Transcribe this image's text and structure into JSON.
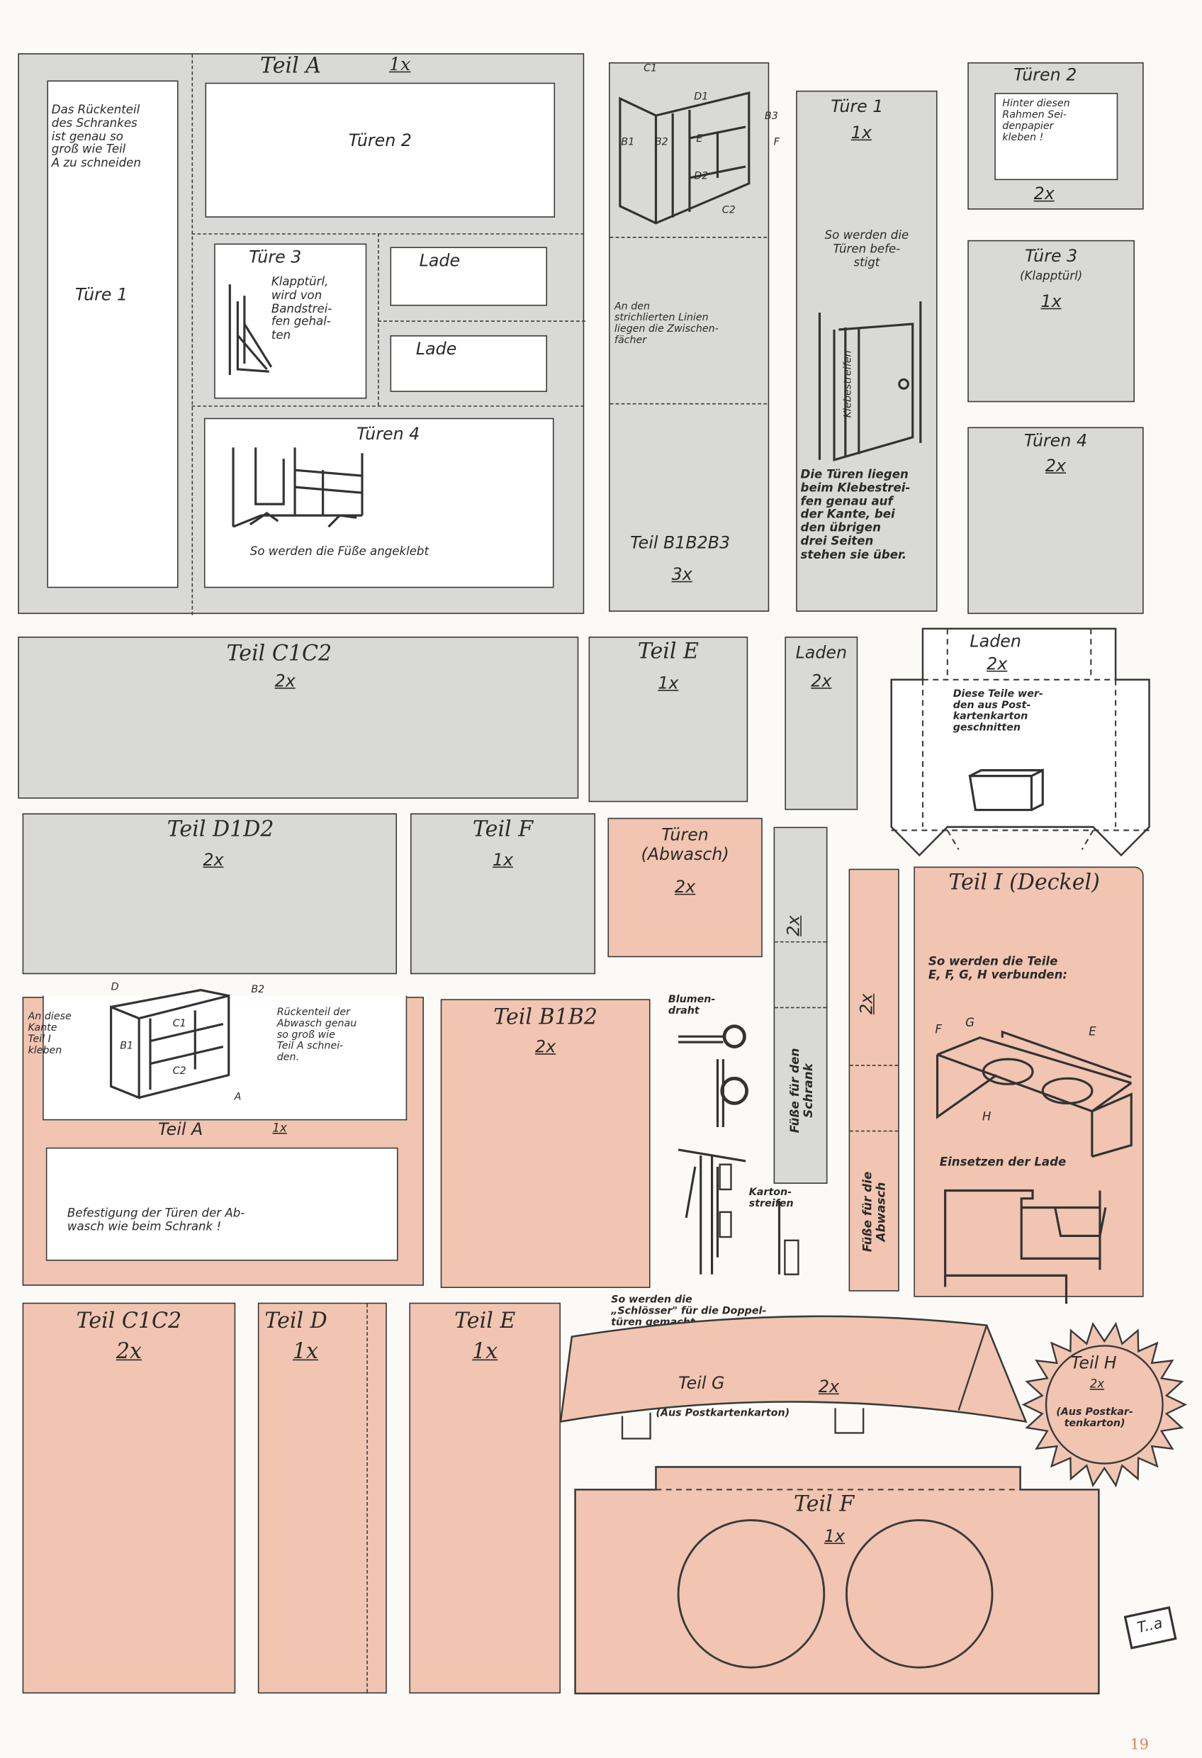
{
  "colors": {
    "gray_part": "#d9d9d7",
    "pink_part": "#f1c5b1",
    "outline": "#3a3a3a",
    "page_number": "#e0805a"
  },
  "schrank": {
    "teil_a": {
      "title": "Teil A",
      "count": "1x",
      "note": "Das Rückenteil\ndes Schrankes\nist genau so\ngroß wie Teil\nA zu schneiden",
      "tuere1": "Türe 1",
      "tueren2": "Türen 2",
      "tuere3": "Türe 3",
      "tuere3_note": "Klapptürl,\nwird von\nBandstrei-\nfen gehal-\nten",
      "lade1": "Lade",
      "lade2": "Lade",
      "tueren4": "Türen 4",
      "fuesse_note": "So werden die Füße angeklebt"
    },
    "teil_b": {
      "labels": [
        "C1",
        "D1",
        "B3",
        "B1",
        "B2",
        "E",
        "F",
        "D2",
        "C2"
      ],
      "note": "An den\nstrichlierten Linien\nliegen die Zwischen-\nfächer",
      "title": "Teil B1B2B3",
      "count": "3x"
    },
    "tuere1": {
      "title": "Türe 1",
      "count": "1x",
      "note1": "So werden die\nTüren befe-\nstigt",
      "strip_label": "Klebestreifen",
      "note2": "Die Türen liegen\nbeim Klebestrei-\nfen genau auf\nder Kante, bei\nden übrigen\ndrei Seiten\nstehen sie über."
    },
    "tueren2": {
      "title": "Türen 2",
      "note": "Hinter diesen\nRahmen Sei-\ndenpapier\nkleben !",
      "count": "2x"
    },
    "tuere3": {
      "title": "Türe 3",
      "subtitle": "(Klapptürl)",
      "count": "1x"
    },
    "tueren4": {
      "title": "Türen 4",
      "count": "2x"
    },
    "teil_c": {
      "title": "Teil C1C2",
      "count": "2x"
    },
    "teil_e": {
      "title": "Teil E",
      "count": "1x"
    },
    "laden": {
      "title": "Laden",
      "count": "2x"
    },
    "laden_net": {
      "title": "Laden",
      "count": "2x",
      "note": "Diese Teile wer-\nden aus Post-\nkartenkarton\ngeschnitten"
    },
    "teil_d": {
      "title": "Teil D1D2",
      "count": "2x"
    },
    "teil_f": {
      "title": "Teil F",
      "count": "1x"
    },
    "fuesse": {
      "count": "2x",
      "label": "Füße für den\nSchrank"
    }
  },
  "abwasch": {
    "tueren": {
      "title": "Türen\n(Abwasch)",
      "count": "2x"
    },
    "fuesse": {
      "count": "2x",
      "label": "Füße für die\nAbwasch"
    },
    "teil_i": {
      "title": "Teil I (Deckel)",
      "note": "So werden die Teile\nE, F, G, H verbunden:",
      "labels": [
        "F",
        "G",
        "E",
        "H"
      ],
      "note2": "Einsetzen der Lade"
    },
    "teil_a": {
      "labels": [
        "D",
        "B2",
        "B1",
        "C1",
        "C2",
        "A"
      ],
      "note_left": "An diese\nKante\nTeil I\nkleben",
      "note_right": "Rückenteil der\nAbwasch genau\nso groß wie\nTeil A schnei-\nden.",
      "title": "Teil A",
      "count": "1x",
      "note_bottom": "Befestigung der Türen der Ab-\nwasch wie beim Schrank !"
    },
    "teil_b": {
      "title": "Teil B1B2",
      "count": "2x"
    },
    "blumendraht": "Blumen-\ndraht",
    "kartonstreifen": "Karton-\nstreifen",
    "schloesser_note": "So werden die\n„Schlösser\" für     die Doppel-\ntüren gemacht",
    "teil_c": {
      "title": "Teil C1C2",
      "count": "2x"
    },
    "teil_d": {
      "title": "Teil D",
      "count": "1x"
    },
    "teil_e": {
      "title": "Teil E",
      "count": "1x"
    },
    "teil_g": {
      "title": "Teil G",
      "count": "2x",
      "note": "(Aus Postkartenkarton)"
    },
    "teil_h": {
      "title": "Teil H",
      "count": "2x",
      "note": "(Aus Postkar-\ntenkarton)"
    },
    "teil_f": {
      "title": "Teil F",
      "count": "1x"
    }
  },
  "logo": "T..a",
  "page_number": "19"
}
